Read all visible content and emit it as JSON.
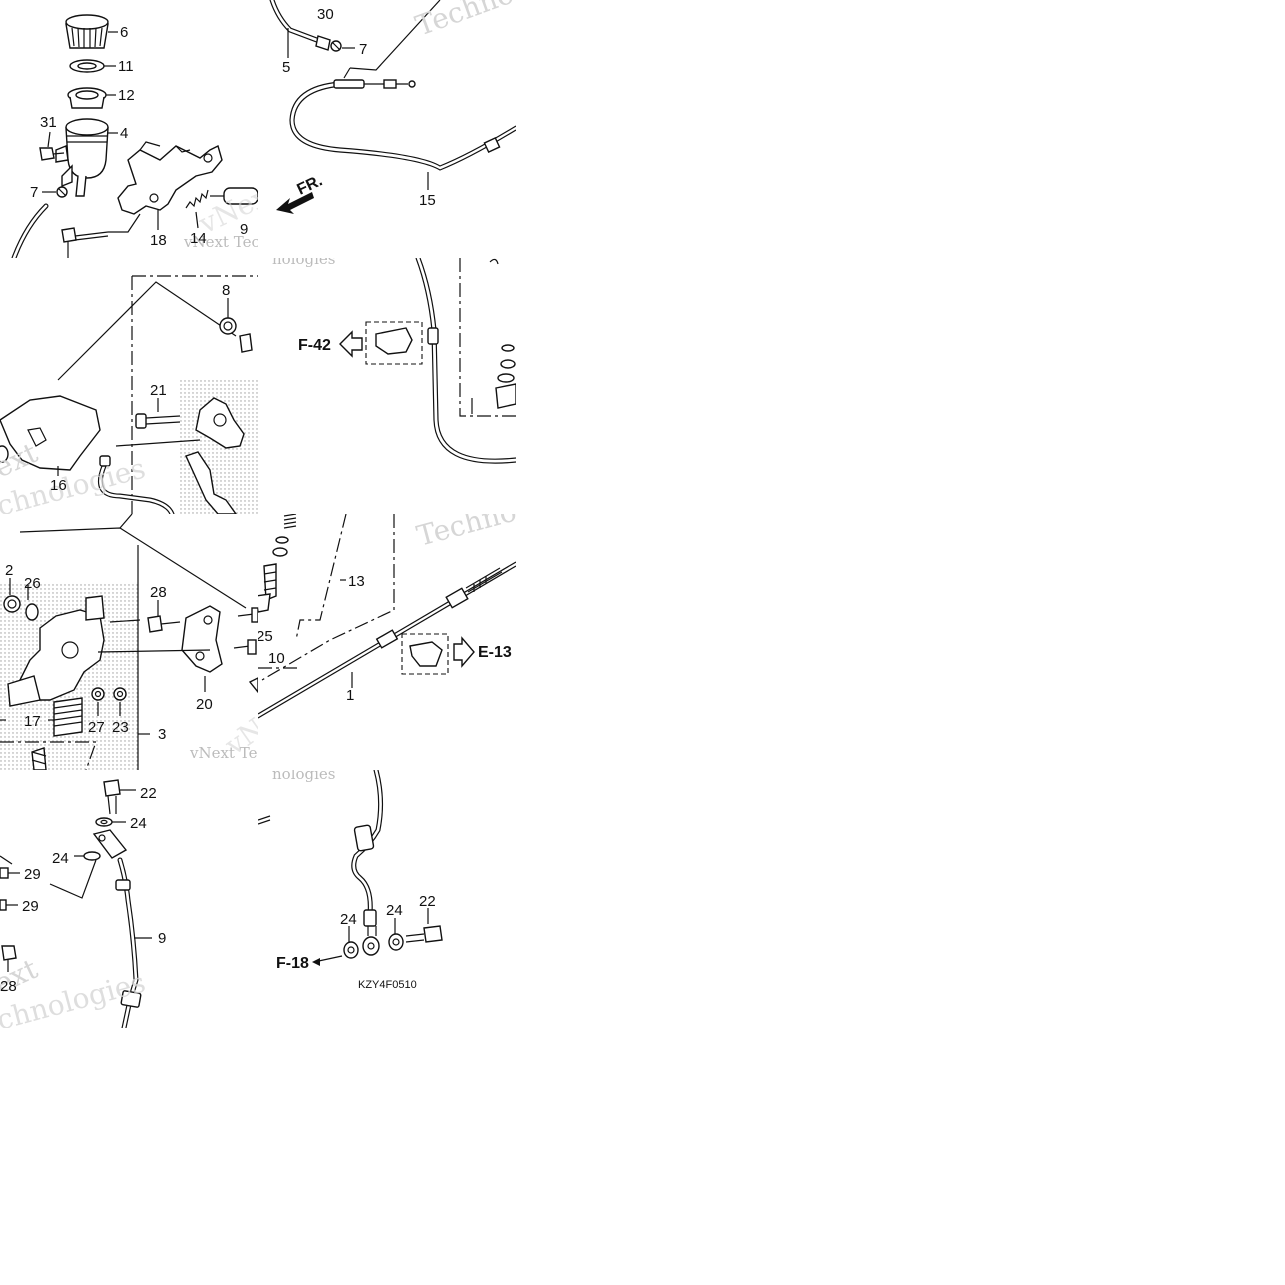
{
  "diagram": {
    "callouts": {
      "n1": "1",
      "n2": "2",
      "n3": "3",
      "n4": "4",
      "n5": "5",
      "n6": "6",
      "n7a": "7",
      "n7b": "7",
      "n8": "8",
      "n9a": "9",
      "n9b": "9",
      "n10": "10",
      "n11": "11",
      "n12": "12",
      "n13": "13",
      "n14": "14",
      "n15": "15",
      "n16": "16",
      "n17": "17",
      "n18": "18",
      "n20": "20",
      "n21": "21",
      "n22a": "22",
      "n22b": "22",
      "n23": "23",
      "n24a": "24",
      "n24b": "24",
      "n24c": "24",
      "n24d": "24",
      "n25": "25",
      "n26": "26",
      "n27": "27",
      "n28a": "28",
      "n28b": "28",
      "n29a": "29",
      "n29b": "29",
      "n30": "30",
      "n31": "31"
    },
    "references": {
      "f42": "F-42",
      "e13": "E-13",
      "f18": "F-18",
      "front": "FR."
    },
    "diagram_code": "KZY4F0510",
    "watermark": {
      "brand_a": "vNext",
      "brand_b": "Technologies",
      "brand_c": "vNext Tec",
      "brand_d": "Techno",
      "brand_e": "ext",
      "brand_f": "chnologies",
      "brand_g": "nologies"
    },
    "colors": {
      "line": "#111111",
      "paper": "#ffffff",
      "watermark": "#d6d6d6"
    }
  }
}
